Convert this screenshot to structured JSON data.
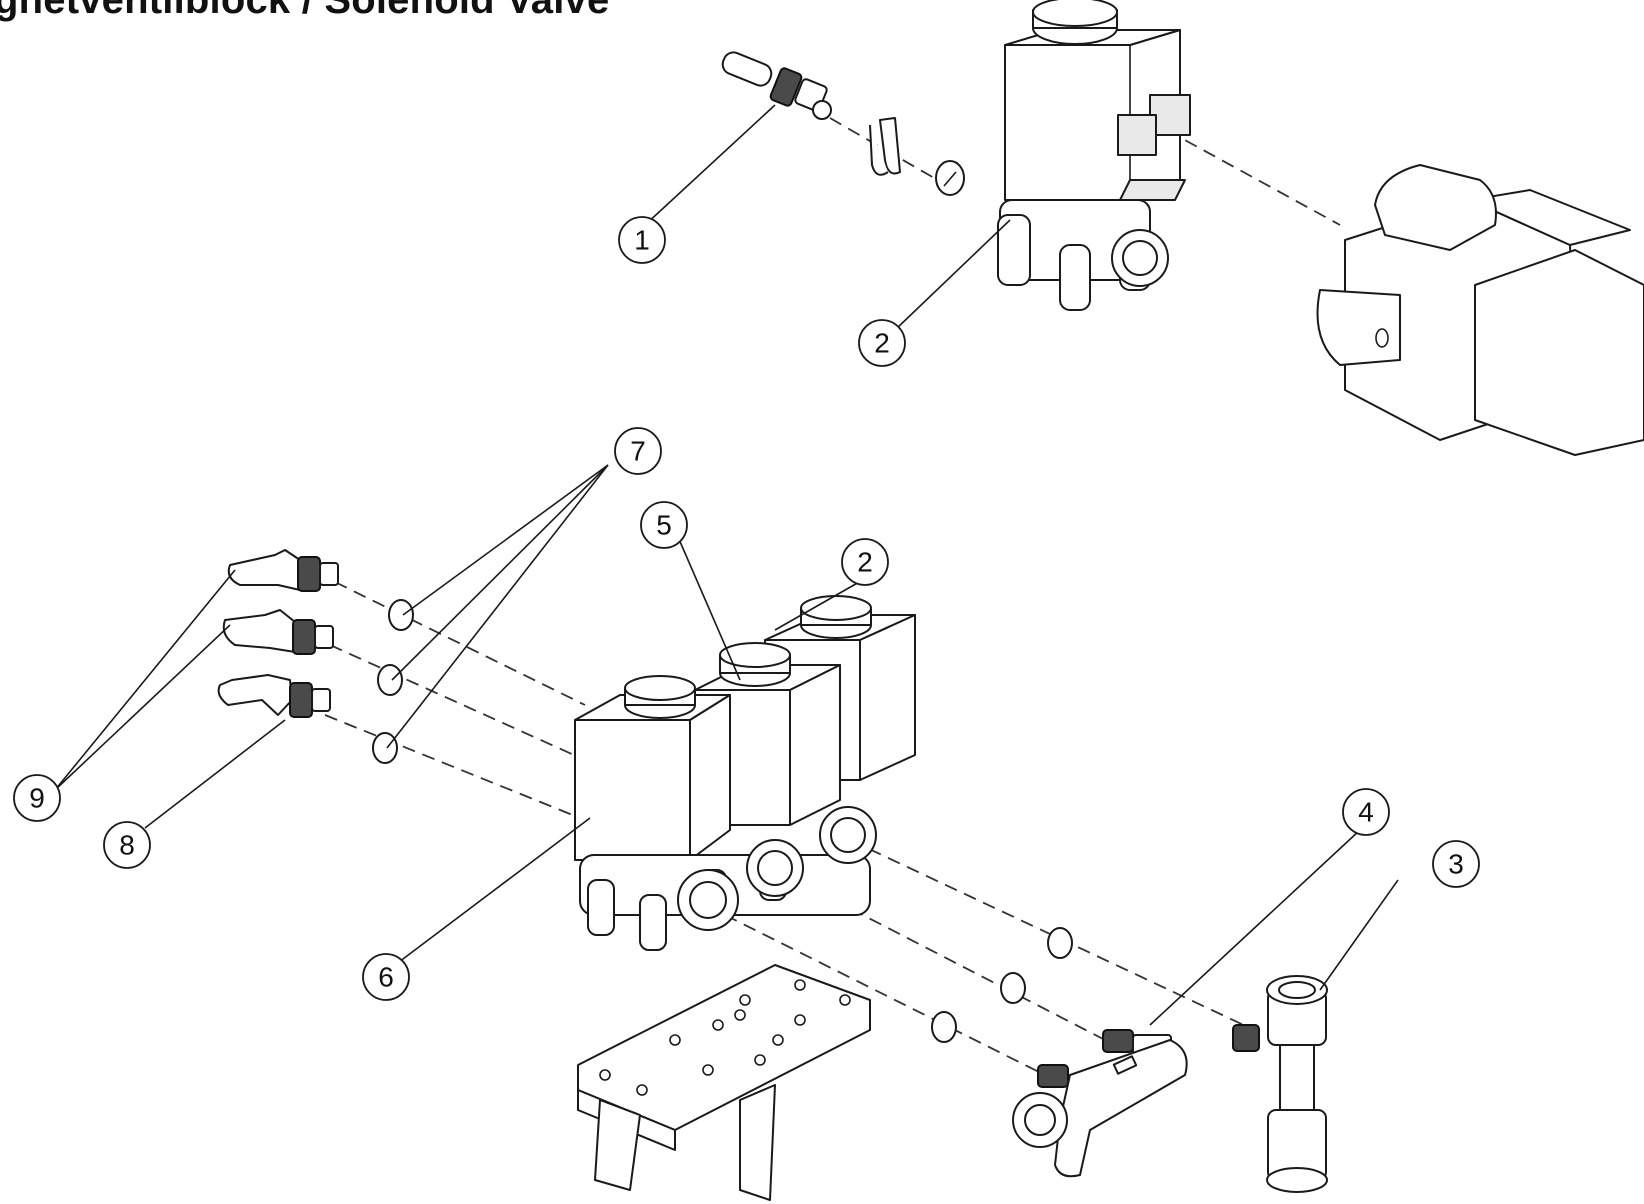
{
  "title": "gnetventilblock / Solenoid Valve",
  "callouts": [
    "1",
    "2",
    "2",
    "3",
    "4",
    "5",
    "6",
    "7",
    "8",
    "9"
  ]
}
